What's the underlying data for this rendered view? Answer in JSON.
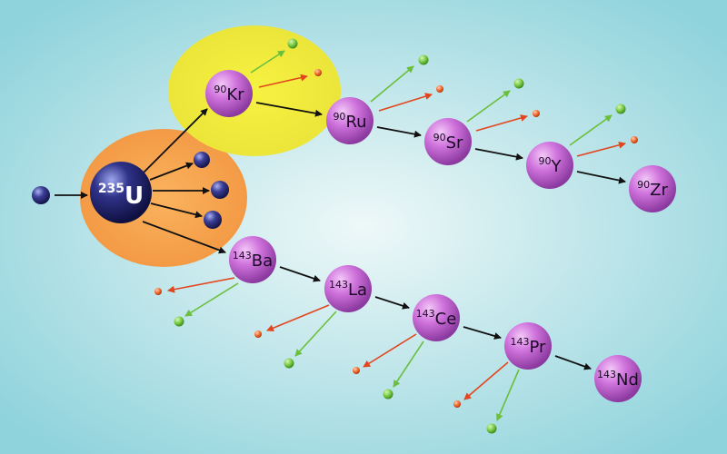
{
  "uranium": {
    "mass": "235",
    "symbol": "U"
  },
  "chains": {
    "upper": [
      {
        "mass": "90",
        "symbol": "Kr"
      },
      {
        "mass": "90",
        "symbol": "Ru"
      },
      {
        "mass": "90",
        "symbol": "Sr"
      },
      {
        "mass": "90",
        "symbol": "Y"
      },
      {
        "mass": "90",
        "symbol": "Zr"
      }
    ],
    "lower": [
      {
        "mass": "143",
        "symbol": "Ba"
      },
      {
        "mass": "143",
        "symbol": "La"
      },
      {
        "mass": "143",
        "symbol": "Ce"
      },
      {
        "mass": "143",
        "symbol": "Pr"
      },
      {
        "mass": "143",
        "symbol": "Nd"
      }
    ]
  },
  "colors": {
    "background_center": "#eef8f8",
    "background_edge": "#8fd3dc",
    "uranium_glow": "#f6a04d",
    "krypton_glow": "#f0ec3a",
    "nucleus": "#c86ad6",
    "neutron": "#2d2f7e",
    "arrow": "#111111",
    "beta_arrow": "#e2461f",
    "gamma_arrow": "#6cbf3c",
    "beta_particle": "#f06a2c",
    "gamma_particle": "#7ccf45"
  }
}
